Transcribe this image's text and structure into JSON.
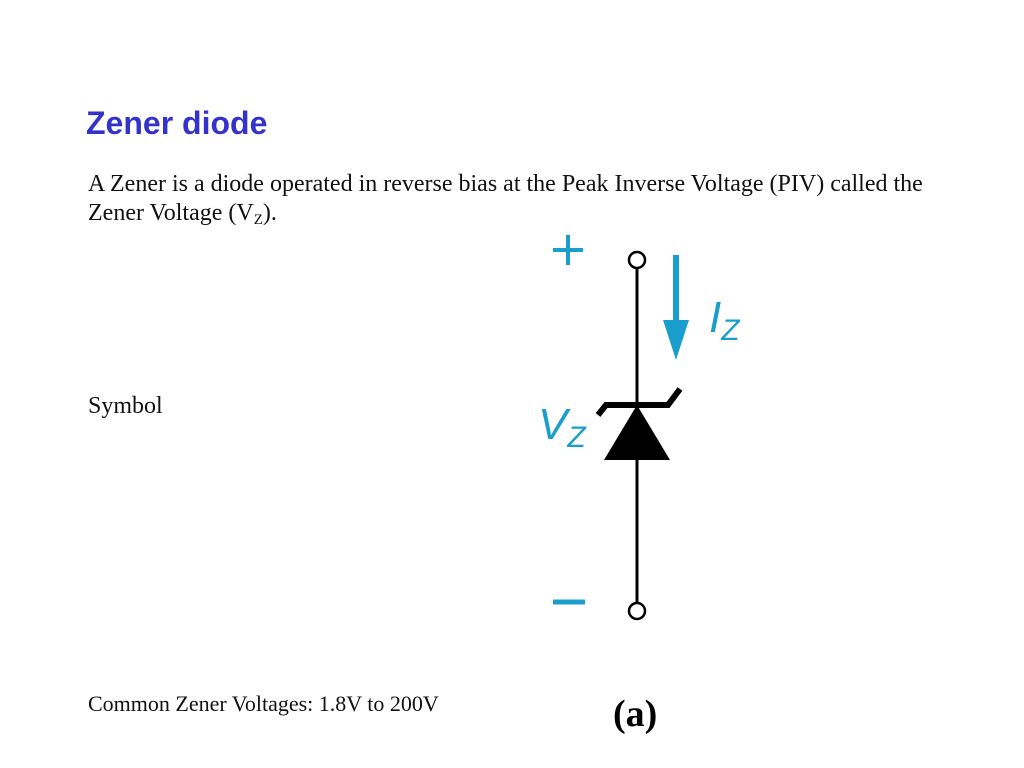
{
  "slide": {
    "title": "Zener diode",
    "title_color": "#3333cc",
    "intro_text": "A Zener is a diode operated in reverse bias at the Peak Inverse Voltage (PIV) called the Zener Voltage (V",
    "intro_subscript": "Z",
    "intro_suffix": ").",
    "symbol_label": "Symbol",
    "common_voltages": "Common Zener Voltages: 1.8V to 200V"
  },
  "diagram": {
    "accent_color": "#1a9fcc",
    "plus_sign": "+",
    "current_label_main": "I",
    "current_label_sub": "Z",
    "voltage_label_main": "V",
    "voltage_label_sub": "Z",
    "panel_label": "(a)",
    "icons": [
      "plus-icon",
      "minus-icon",
      "current-arrow-icon",
      "zener-diode-symbol-icon",
      "terminal-circle-icon"
    ]
  }
}
